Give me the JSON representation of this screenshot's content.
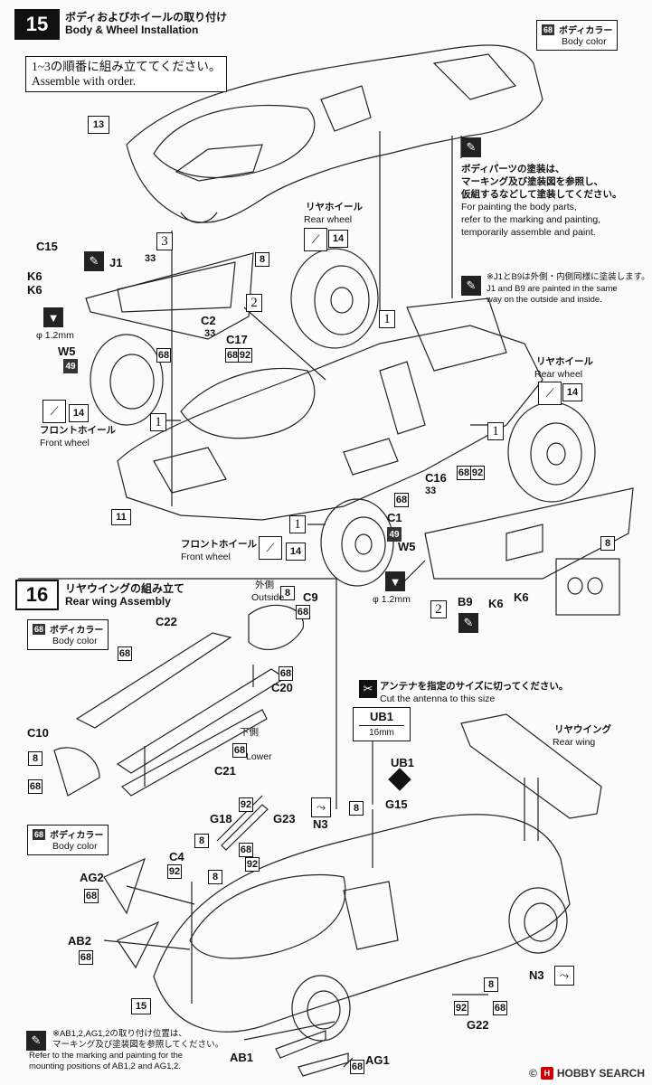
{
  "step15": {
    "number": "15",
    "title_jp": "ボディおよびホイールの取り付け",
    "title_en": "Body & Wheel Installation",
    "order_jp": "1~3の順番に組み立ててください。",
    "order_en": "Assemble with order.",
    "body_color_code": "68",
    "body_color_jp": "ボディカラー",
    "body_color_en": "Body color",
    "paint_note_jp": [
      "ボディパーツの塗装は、",
      "マーキング及び塗装図を参照し、",
      "仮組するなどして塗装してください。"
    ],
    "paint_note_en": [
      "For painting the body parts,",
      "refer to the marking and painting,",
      "temporarily assemble and paint."
    ],
    "j1b9_note_jp": "※J1とB9は外側・内側同様に塗装します。",
    "j1b9_note_en": [
      "J1 and B9 are painted in the same",
      "way on the outside and inside."
    ],
    "rear_wheel_jp": "リヤホイール",
    "rear_wheel_en": "Rear wheel",
    "front_wheel_jp": "フロントホイール",
    "front_wheel_en": "Front wheel",
    "drill_size": "φ 1.2mm",
    "order_numbers": [
      "1",
      "2",
      "3"
    ],
    "parts": [
      "13",
      "C15",
      "K6",
      "K6",
      "J1",
      "33",
      "8",
      "W5",
      "49",
      "68",
      "C2",
      "33",
      "C17",
      "68",
      "92",
      "14",
      "14",
      "14",
      "14",
      "11",
      "C16",
      "68",
      "92",
      "33",
      "68",
      "C1",
      "49",
      "W5",
      "B9",
      "K6",
      "K6",
      "8"
    ]
  },
  "step16": {
    "number": "16",
    "title_jp": "リヤウイングの組み立て",
    "title_en": "Rear wing Assembly",
    "body_color_code": "68",
    "body_color_jp": "ボディカラー",
    "body_color_en": "Body color",
    "outside_jp": "外側",
    "outside_en": "Outside",
    "lower_jp": "下側",
    "lower_en": "Lower",
    "parts": [
      "C22",
      "68",
      "C9",
      "8",
      "68",
      "68",
      "C20",
      "C10",
      "8",
      "68",
      "C21",
      "68",
      "8"
    ]
  },
  "step17": {
    "body_color_code": "68",
    "body_color_jp": "ボディカラー",
    "body_color_en": "Body color",
    "antenna_jp": "アンテナを指定のサイズに切ってください。",
    "antenna_en": "Cut the antenna to this size",
    "antenna_part": "UB1",
    "antenna_size": "16mm",
    "rear_wing_jp": "リヤウイング",
    "rear_wing_en": "Rear wing",
    "mount_note_jp": [
      "※AB1,2,AG1,2の取り付け位置は、",
      "マーキング及び塗装図を参照してください。"
    ],
    "mount_note_en": [
      "Refer to the marking and painting for the",
      "mounting positions of AB1,2 and AG1,2."
    ],
    "parts": [
      "UB1",
      "8",
      "G15",
      "92",
      "G18",
      "G23",
      "8",
      "68",
      "92",
      "N3",
      "C4",
      "92",
      "8",
      "AG2",
      "68",
      "AB2",
      "68",
      "15",
      "N3",
      "8",
      "92",
      "68",
      "G22",
      "AB1",
      "68",
      "AG1"
    ]
  },
  "watermark": {
    "text": "HOBBY SEARCH",
    "copyright": "©"
  }
}
